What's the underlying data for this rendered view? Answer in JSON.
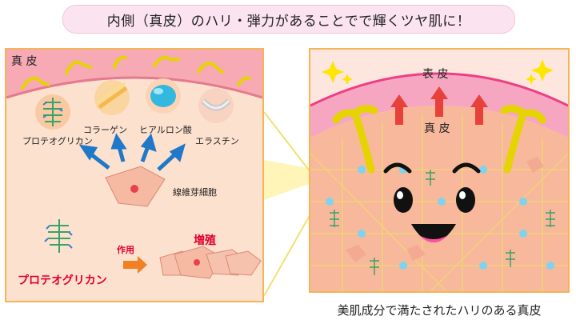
{
  "headline": "内側（真皮）のハリ・弾力があることでで輝くツヤ肌に！",
  "left": {
    "dermis_label": "真 皮",
    "proteoglycan_label": "プロテオグリカン",
    "collagen_label": "コラーゲン",
    "hyaluronic_label": "ヒアルロン酸",
    "elastin_label": "エラスチン",
    "fibroblast_label": "線維芽細胞",
    "legend_name": "プロテオグリカン",
    "action_label": "作用",
    "proliferation_label": "増殖"
  },
  "right": {
    "epidermis_label": "表 皮",
    "dermis_label": "真 皮",
    "caption": "美肌成分で満たされたハリのある真皮"
  },
  "colors": {
    "accent_red": "#e0002a",
    "panel_border": "#f3b45a",
    "pill_bg": "#fbe3ef",
    "arrow_blue": "#1f78c8",
    "arrow_red": "#e8413a"
  }
}
